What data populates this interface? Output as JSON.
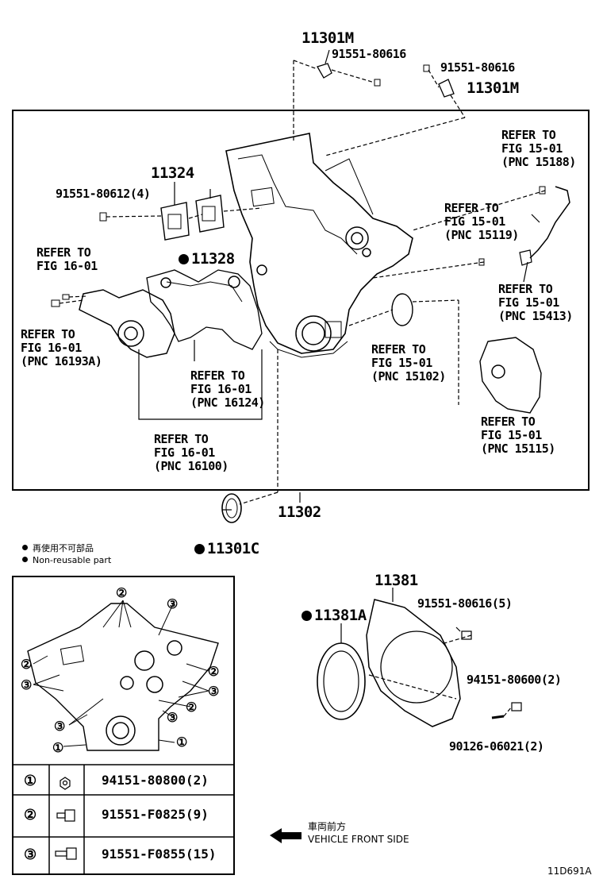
{
  "labels": {
    "p11301m_a": "11301M",
    "p91551_80616_a": "91551-80616",
    "p91551_80616_b": "91551-80616",
    "p11301m_b": "11301M",
    "p11324": "11324",
    "p91551_80612": "91551-80612(4)",
    "p11328": "11328",
    "ref_fig1601_a": [
      "REFER TO",
      "FIG 16-01"
    ],
    "ref_pnc16193a": [
      "REFER TO",
      "FIG 16-01",
      "(PNC 16193A)"
    ],
    "ref_pnc16124": [
      "REFER TO",
      "FIG 16-01",
      "(PNC 16124)"
    ],
    "ref_pnc16100": [
      "REFER TO",
      "FIG 16-01",
      "(PNC 16100)"
    ],
    "ref_pnc15188": [
      "REFER TO",
      "FIG 15-01",
      "(PNC 15188)"
    ],
    "ref_pnc15119": [
      "REFER TO",
      "FIG 15-01",
      "(PNC 15119)"
    ],
    "ref_pnc15413": [
      "REFER TO",
      "FIG 15-01",
      "(PNC 15413)"
    ],
    "ref_pnc15102": [
      "REFER TO",
      "FIG 15-01",
      "(PNC 15102)"
    ],
    "ref_pnc15115": [
      "REFER TO",
      "FIG 15-01",
      "(PNC 15115)"
    ],
    "p11302": "11302",
    "p11301c": "11301C",
    "p11381": "11381",
    "p11381a": "11381A",
    "p91551_80616_5": "91551-80616(5)",
    "p94151_80600": "94151-80600(2)",
    "p90126_06021": "90126-06021(2)"
  },
  "legend": {
    "jp": "再使用不可部品",
    "en": "Non-reusable part"
  },
  "bolt_table": [
    {
      "key": "①",
      "part": "94151-80800(2)"
    },
    {
      "key": "②",
      "part": "91551-F0825(9)"
    },
    {
      "key": "③",
      "part": "91551-F0855(15)"
    }
  ],
  "callouts": {
    "one": "①",
    "two": "②",
    "three": "③"
  },
  "direction": {
    "jp": "車両前方",
    "en": "VEHICLE FRONT SIDE"
  },
  "figure_id": "11D691A"
}
